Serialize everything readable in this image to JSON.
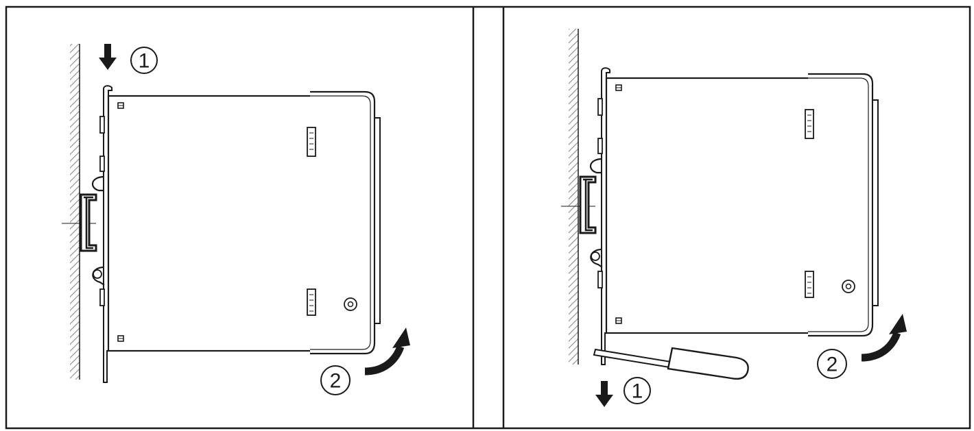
{
  "colors": {
    "ink": "#1a1a1a",
    "paper": "#ffffff",
    "hatch": "#777777",
    "gray_fill": "#f2f2f2"
  },
  "left_panel": {
    "step1_label": "1",
    "step2_label": "2",
    "step1_direction": "down",
    "step2_direction": "curved-up-right"
  },
  "right_panel": {
    "step1_label": "1",
    "step2_label": "2",
    "step1_direction": "down",
    "step2_direction": "curved-up-right",
    "tool": "screwdriver-icon"
  }
}
